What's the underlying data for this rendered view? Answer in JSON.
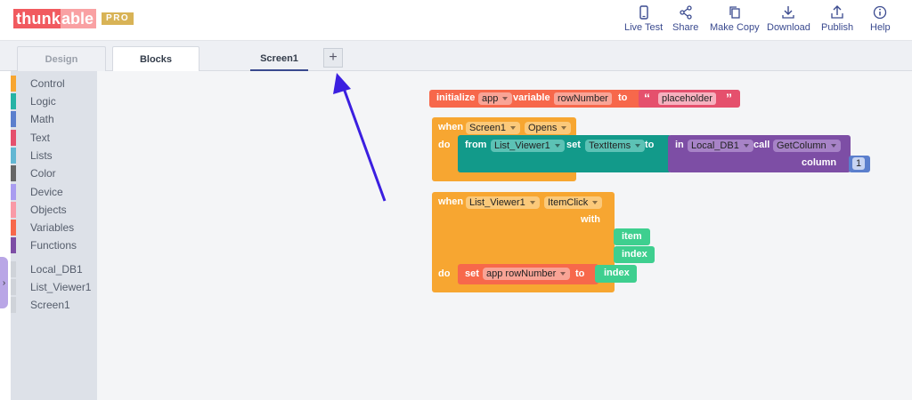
{
  "header": {
    "logo_part1": "thunk",
    "logo_part2": "able",
    "logo_badge": "PRO",
    "actions": [
      {
        "label": "Live Test",
        "icon": "phone-icon"
      },
      {
        "label": "Share",
        "icon": "share-icon"
      },
      {
        "label": "Make Copy",
        "icon": "copy-icon"
      },
      {
        "label": "Download",
        "icon": "download-icon"
      },
      {
        "label": "Publish",
        "icon": "publish-icon"
      },
      {
        "label": "Help",
        "icon": "info-icon"
      }
    ]
  },
  "tabs": {
    "design": "Design",
    "blocks": "Blocks",
    "screen": "Screen1",
    "add": "+"
  },
  "sidebar": {
    "categories": [
      {
        "label": "Control",
        "color": "#f7a631"
      },
      {
        "label": "Logic",
        "color": "#26b3a5"
      },
      {
        "label": "Math",
        "color": "#5b7fcd"
      },
      {
        "label": "Text",
        "color": "#e5506d"
      },
      {
        "label": "Lists",
        "color": "#62b7d3"
      },
      {
        "label": "Color",
        "color": "#666666"
      },
      {
        "label": "Device",
        "color": "#a99cf0"
      },
      {
        "label": "Objects",
        "color": "#f99aa7"
      },
      {
        "label": "Variables",
        "color": "#f7684b"
      },
      {
        "label": "Functions",
        "color": "#7d4ea5"
      }
    ],
    "components": [
      {
        "label": "Local_DB1"
      },
      {
        "label": "List_Viewer1"
      },
      {
        "label": "Screen1"
      }
    ]
  },
  "blocks": {
    "init": {
      "initialize": "initialize",
      "app": "app",
      "variable": "variable",
      "name": "rowNumber",
      "to": "to",
      "open_quote": "“",
      "value": "placeholder",
      "close_quote": "”"
    },
    "screen_event": {
      "when": "when",
      "component": "Screen1",
      "event": "Opens",
      "do": "do"
    },
    "set_items": {
      "from": "from",
      "component": "List_Viewer1",
      "set": "set",
      "property": "TextItems",
      "to": "to"
    },
    "get_column": {
      "in": "in",
      "component": "Local_DB1",
      "call": "call",
      "method": "GetColumn",
      "column": "column",
      "column_value": "1"
    },
    "click_event": {
      "when": "when",
      "component": "List_Viewer1",
      "event": "ItemClick",
      "with": "with",
      "param1": "item",
      "param2": "index",
      "do": "do"
    },
    "set_var": {
      "set": "set",
      "variable": "app rowNumber",
      "to": "to",
      "value": "index"
    }
  },
  "colors": {
    "variables": "#f7684b",
    "text": "#e5506d",
    "control": "#f7a631",
    "teal": "#129a8a",
    "purple": "#7d4ea5",
    "math": "#5b7fcd",
    "param": "#3ecf8f",
    "arrow": "#3b1fe0"
  }
}
